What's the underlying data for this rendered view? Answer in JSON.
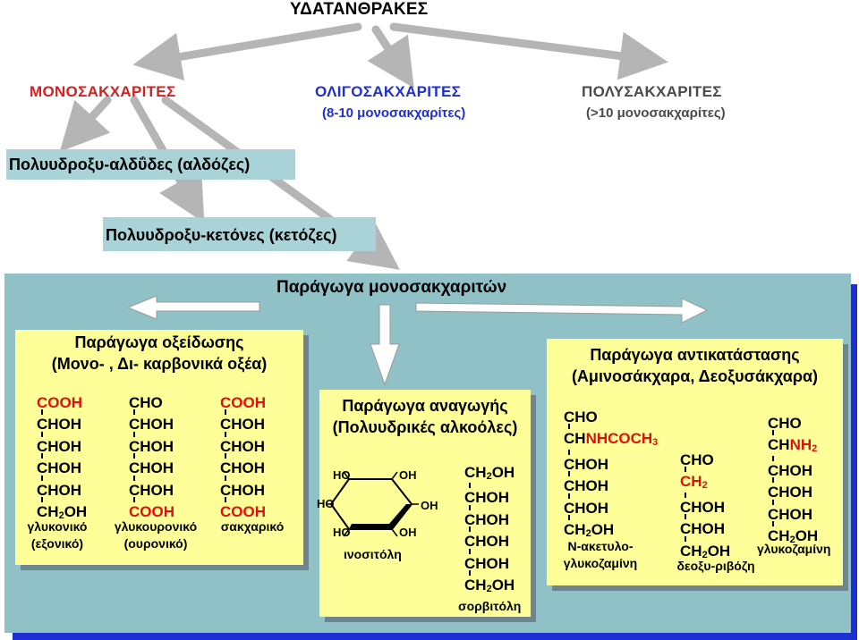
{
  "colors": {
    "arrow": "#b5b5b5",
    "mono_title": "#d61f1f",
    "oligo_title": "#1f2fd1",
    "poly_title": "#4a4a4a",
    "teal_box": "#a9d3d7",
    "panel": "#8fc1c7",
    "panel_edge": "#1d2fd4",
    "yellow_box": "#ffff99",
    "highlight": "#e01010"
  },
  "title": "ΥΔΑΤΑΝΘΡΑΚΕΣ",
  "categories": {
    "mono": {
      "name": "ΜΟΝΟΣΑΚΧΑΡΙΤΕΣ"
    },
    "oligo": {
      "name": "ΟΛΙΓΟΣΑΚΧΑΡΙΤΕΣ",
      "sub": "(8-10 μονοσακχαρίτες)"
    },
    "poly": {
      "name": "ΠΟΛΥΣΑΚΧΑΡΙΤΕΣ",
      "sub": "(>10 μονοσακχαρίτες)"
    }
  },
  "aldoses_label": "Πολυυδροξυ-αλδΰδες (αλδόζες)",
  "ketoses_label": "Πολυυδροξυ-κετόνες (κετόζες)",
  "derivatives_title": "Παράγωγα μονοσακχαριτών",
  "oxidation": {
    "head1": "Παράγωγα οξείδωσης",
    "head2": "(Μονο- , Δι- καρβονικά οξέα)",
    "gluconic": {
      "lines": [
        "COOH",
        "CHOH",
        "CHOH",
        "CHOH",
        "CHOH",
        "CH2OH"
      ],
      "cap1": "γλυκονικό",
      "cap2": "(εξονικό)"
    },
    "glucuronic": {
      "lines": [
        "CHO",
        "CHOH",
        "CHOH",
        "CHOH",
        "CHOH",
        "COOH"
      ],
      "cap1": "γλυκουρονικό",
      "cap2": "(ουρονικό)"
    },
    "saccharic": {
      "lines": [
        "COOH",
        "CHOH",
        "CHOH",
        "CHOH",
        "CHOH",
        "COOH"
      ],
      "cap1": "σακχαρικό"
    }
  },
  "reduction": {
    "head1": "Παράγωγα αναγωγής",
    "head2": "(Πολυυδρικές αλκοόλες)",
    "ring_oh": [
      "HO",
      "OH",
      "HO",
      "OH",
      "HO",
      "OH"
    ],
    "inositol": "ινοσιτόλη",
    "sorbitol": {
      "lines": [
        "CH2OH",
        "CHOH",
        "CHOH",
        "CHOH",
        "CHOH",
        "CH2OH"
      ],
      "cap": "σορβιτόλη"
    }
  },
  "substitution": {
    "head1": "Παράγωγα αντικατάστασης",
    "head2": "(Αμινοσάκχαρα, Δεοξυσάκχαρα)",
    "nag": {
      "l1": "CHO",
      "l2a": "CH",
      "l2b": "NHCOCH",
      "l2sub": "3",
      "rest": [
        "CHOH",
        "CHOH",
        "CHOH",
        "CH2OH"
      ],
      "cap1": "N-ακετυλο-",
      "cap2": "γλυκοζαμίνη"
    },
    "deoxy": {
      "l1": "CHO",
      "l2": "CH",
      "l2sub": "2",
      "rest": [
        "CHOH",
        "CHOH",
        "CH2OH"
      ],
      "cap": "δεοξυ-ριβόζη"
    },
    "glucosamine": {
      "l1": "CHO",
      "l2a": "CH",
      "l2b": "NH",
      "l2sub": "2",
      "rest": [
        "CHOH",
        "CHOH",
        "CHOH",
        "CH2OH"
      ],
      "cap": "γλυκοζαμίνη"
    }
  }
}
